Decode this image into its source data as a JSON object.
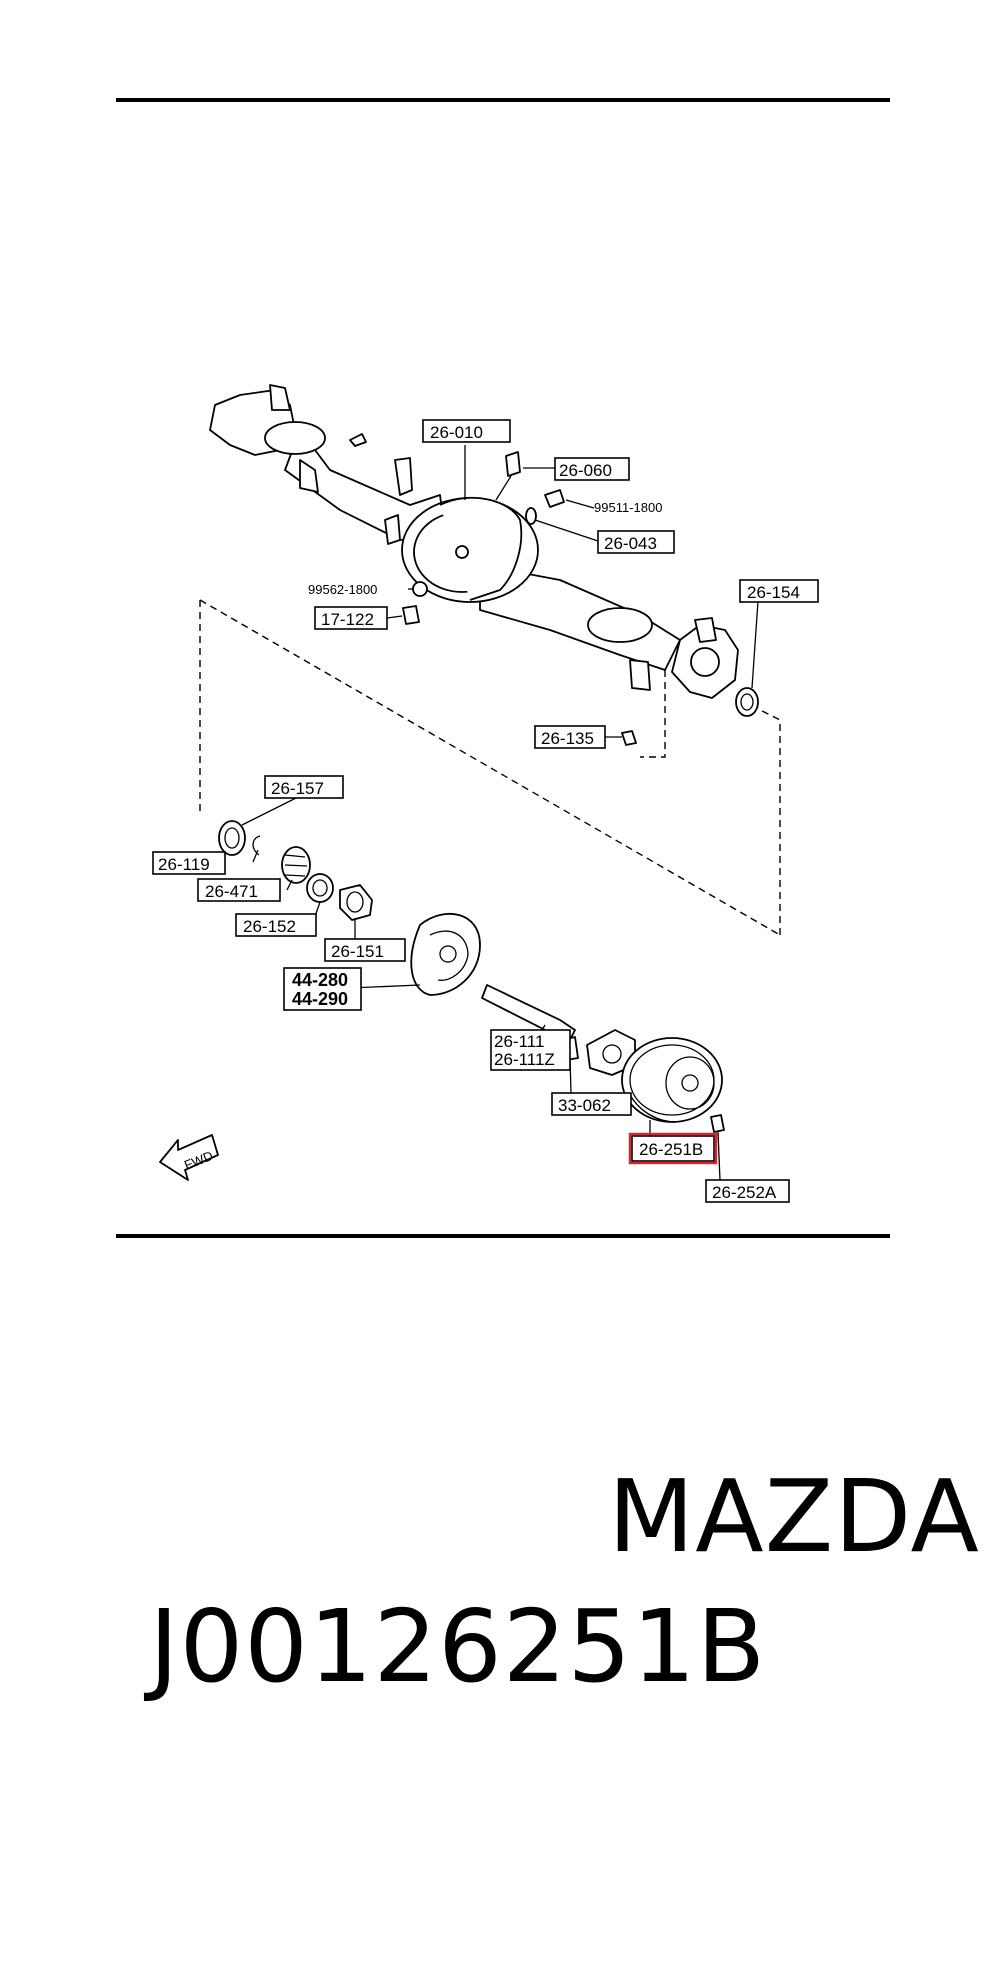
{
  "diagram": {
    "labels": {
      "axle_housing": "26-010",
      "breather": "26-060",
      "drain_plug": "99511-1800",
      "gasket_right": "26-043",
      "gasket_left": "99562-1800",
      "plug": "17-122",
      "oil_seal_right": "26-154",
      "nut": "26-135",
      "oil_seal": "26-157",
      "snap_ring": "26-119",
      "bearing": "26-471",
      "bearing_race": "26-152",
      "spacer": "26-151",
      "backing_plate_a": "44-280",
      "backing_plate_b": "44-290",
      "axle_shaft_a": "26-111",
      "axle_shaft_b": "26-111Z",
      "hub_bolt": "33-062",
      "brake_disc": "26-251B",
      "wheel_nut": "26-252A"
    },
    "fwd_arrow": "FWD",
    "highlight_color": "#e0202a"
  },
  "footer": {
    "part_number": "J00126251B",
    "brand": "MAZDA"
  }
}
